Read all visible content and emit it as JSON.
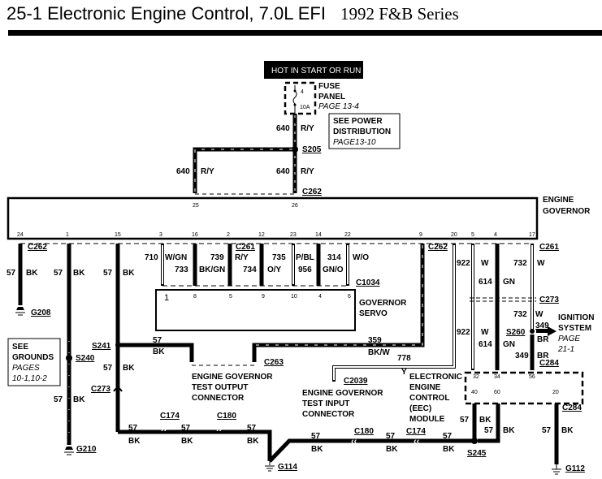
{
  "title": {
    "main": "25-1 Electronic Engine Control, 7.0L EFI",
    "series": "1992 F&B Series"
  },
  "power": {
    "hot_label": "HOT IN START OR RUN",
    "fuse_number": "4",
    "fuse_rating": "10A",
    "fuse_panel_line1": "FUSE",
    "fuse_panel_line2": "PANEL",
    "fuse_panel_page": "PAGE 13-4",
    "see_power_line1": "SEE POWER",
    "see_power_line2": "DISTRIBUTION",
    "see_power_page": "PAGE13-10"
  },
  "wires": {
    "w640": {
      "circuit": "640",
      "color": "R/Y"
    },
    "w57": {
      "circuit": "57",
      "color": "BK"
    },
    "w710": {
      "circuit": "710",
      "color": "W/GN"
    },
    "w733": {
      "circuit": "733",
      "color": "BK/GN"
    },
    "w739": {
      "circuit": "739",
      "color": "R/Y"
    },
    "w734": {
      "circuit": "734",
      "color": "O/Y"
    },
    "w735": {
      "circuit": "735",
      "color": "P/BL"
    },
    "w956": {
      "circuit": "956",
      "color": "GN/O"
    },
    "w314": {
      "circuit": "314",
      "color": "W/O"
    },
    "w359": {
      "circuit": "359",
      "color": "BK/W"
    },
    "w778": {
      "circuit": "778",
      "color": "Y"
    },
    "w922": {
      "circuit": "922",
      "color": "W"
    },
    "w614": {
      "circuit": "614",
      "color": "GN"
    },
    "w732": {
      "circuit": "732",
      "color": "W"
    },
    "w349": {
      "circuit": "349",
      "color": "BR"
    }
  },
  "splices": {
    "s205": "S205",
    "s240": "S240",
    "s241": "S241",
    "s245": "S245",
    "s260": "S260"
  },
  "connectors": {
    "c262": "C262",
    "c261": "C261",
    "c1034": "C1034",
    "c263": "C263",
    "c2039": "C2039",
    "c273": "C273",
    "c284": "C284",
    "c174": "C174",
    "c180": "C180"
  },
  "grounds": {
    "g208": "G208",
    "g210": "G210",
    "g114": "G114",
    "g112": "G112"
  },
  "components": {
    "engine_governor": [
      "ENGINE",
      "GOVERNOR"
    ],
    "governor_servo": [
      "GOVERNOR",
      "SERVO"
    ],
    "test_output": [
      "ENGINE GOVERNOR",
      "TEST  OUTPUT",
      "CONNECTOR"
    ],
    "test_input": [
      "ENGINE GOVERNOR",
      "TEST INPUT",
      "CONNECTOR"
    ],
    "eec_module": [
      "ELECTRONIC",
      "ENGINE",
      "CONTROL",
      "(EEC)",
      "MODULE"
    ],
    "ignition": [
      "IGNITION",
      "SYSTEM",
      "PAGE",
      "21-1"
    ],
    "see_grounds": [
      "SEE",
      "GROUNDS",
      "PAGES",
      "10-1,10-2"
    ]
  },
  "pins": {
    "governor_top": [
      "25",
      "26"
    ],
    "governor_bottom": [
      "24",
      "1",
      "15",
      "3",
      "16",
      "2",
      "12",
      "23",
      "14",
      "22",
      "9",
      "20",
      "5",
      "4",
      "17"
    ],
    "servo": [
      "1",
      "8",
      "5",
      "9",
      "10",
      "4",
      "6"
    ],
    "eec_top": [
      "32",
      "34",
      "56"
    ],
    "eec_bottom": [
      "40",
      "60",
      "20"
    ]
  }
}
